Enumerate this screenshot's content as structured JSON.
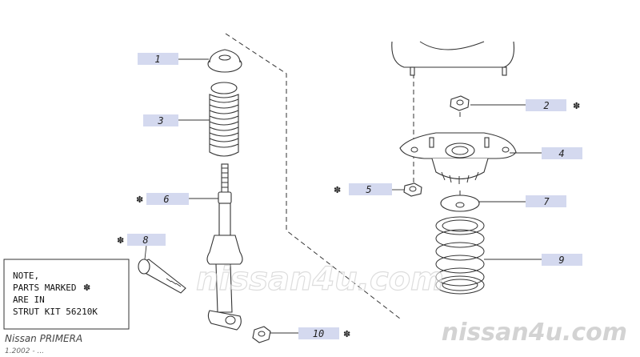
{
  "callouts": [
    {
      "num": "1",
      "star": false
    },
    {
      "num": "2",
      "star": true
    },
    {
      "num": "3",
      "star": false
    },
    {
      "num": "4",
      "star": false
    },
    {
      "num": "5",
      "star": true
    },
    {
      "num": "6",
      "star": true
    },
    {
      "num": "7",
      "star": false
    },
    {
      "num": "8",
      "star": true
    },
    {
      "num": "9",
      "star": false
    },
    {
      "num": "10",
      "star": true
    }
  ],
  "star_symbol": "✽",
  "note": {
    "lines": [
      "NOTE,",
      "PARTS MARKED",
      "ARE IN",
      "STRUT KIT 56210K"
    ],
    "star": "✽"
  },
  "watermark": {
    "center": "nissan4u.com",
    "corner": "nissan4u.com"
  },
  "footer": {
    "model": "Nissan PRIMERA",
    "date": "1.2002 - ..."
  },
  "colors": {
    "callout_box": "#d4d9ef",
    "line": "#333333",
    "watermark": "#c8c8c8"
  }
}
